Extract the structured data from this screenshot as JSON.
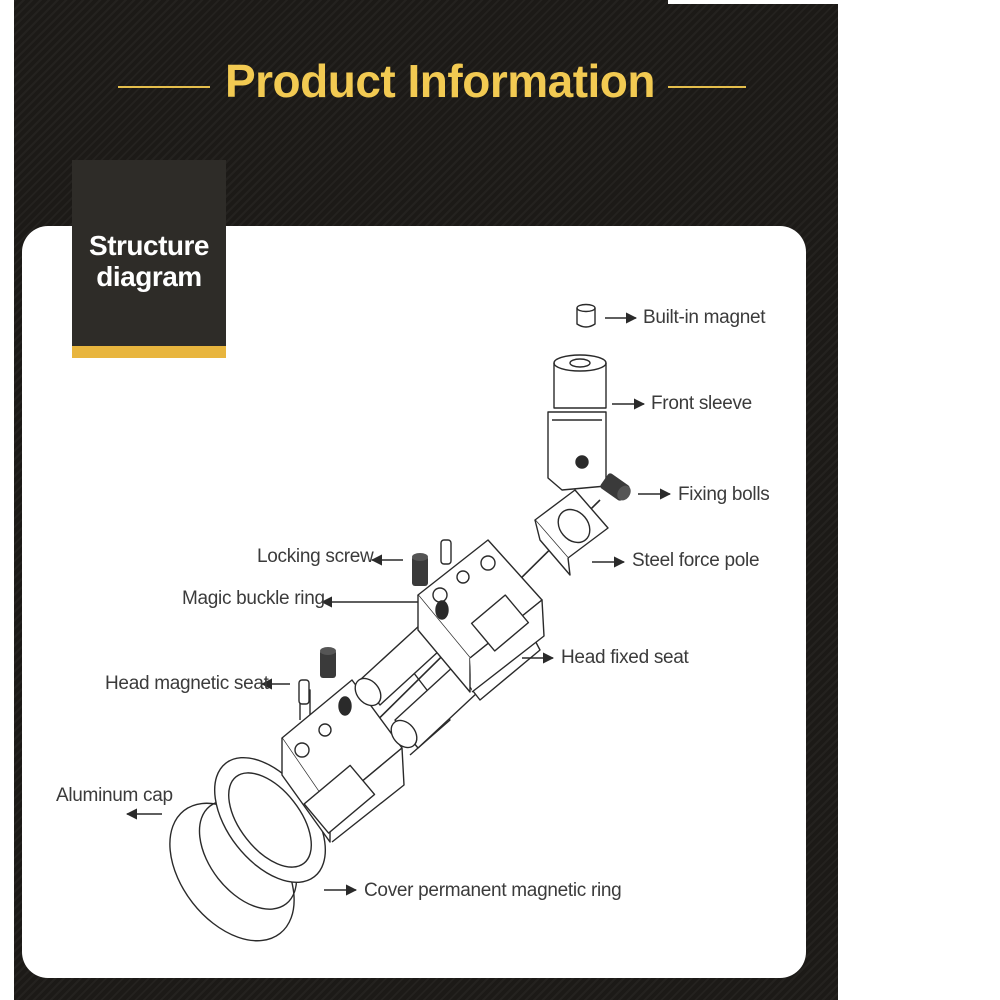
{
  "header": {
    "title": "Product Information",
    "accent_color": "#f2ca52",
    "background_color": "#1c1a17"
  },
  "tag": {
    "line1": "Structure",
    "line2": "diagram",
    "accent_color": "#e8b53e"
  },
  "labels": {
    "built_in_magnet": "Built-in magnet",
    "front_sleeve": "Front sleeve",
    "fixing_bolls": "Fixing bolls",
    "steel_force_pole": "Steel force pole",
    "locking_screw": "Locking screw",
    "magic_buckle_ring": "Magic buckle ring",
    "head_fixed_seat": "Head fixed seat",
    "head_magnetic_seat": "Head magnetic seat",
    "aluminum_cap": "Aluminum cap",
    "cover_permanent_magnetic_ring": "Cover permanent magnetic ring"
  }
}
